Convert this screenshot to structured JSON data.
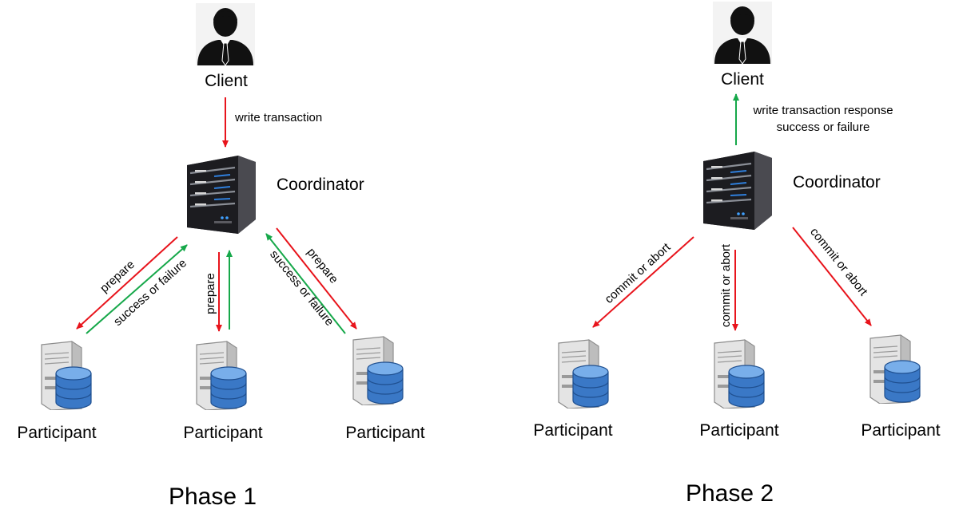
{
  "colors": {
    "request_arrow": "#e8141c",
    "response_arrow": "#16a84a"
  },
  "icons": {
    "client": "person-icon",
    "coordinator": "server-rack-icon",
    "participant": "database-server-icon"
  },
  "phase1": {
    "title": "Phase 1",
    "client_label": "Client",
    "client_arrow_label": "write transaction",
    "coordinator_label": "Coordinator",
    "participants": [
      "Participant",
      "Participant",
      "Participant"
    ],
    "prepare_label": "prepare",
    "reply_label": "success or failure"
  },
  "phase2": {
    "title": "Phase 2",
    "client_label": "Client",
    "client_arrow_label_line1": "write transaction response",
    "client_arrow_label_line2": "success or failure",
    "coordinator_label": "Coordinator",
    "participants": [
      "Participant",
      "Participant",
      "Participant"
    ],
    "decision_label": "commit or abort"
  }
}
